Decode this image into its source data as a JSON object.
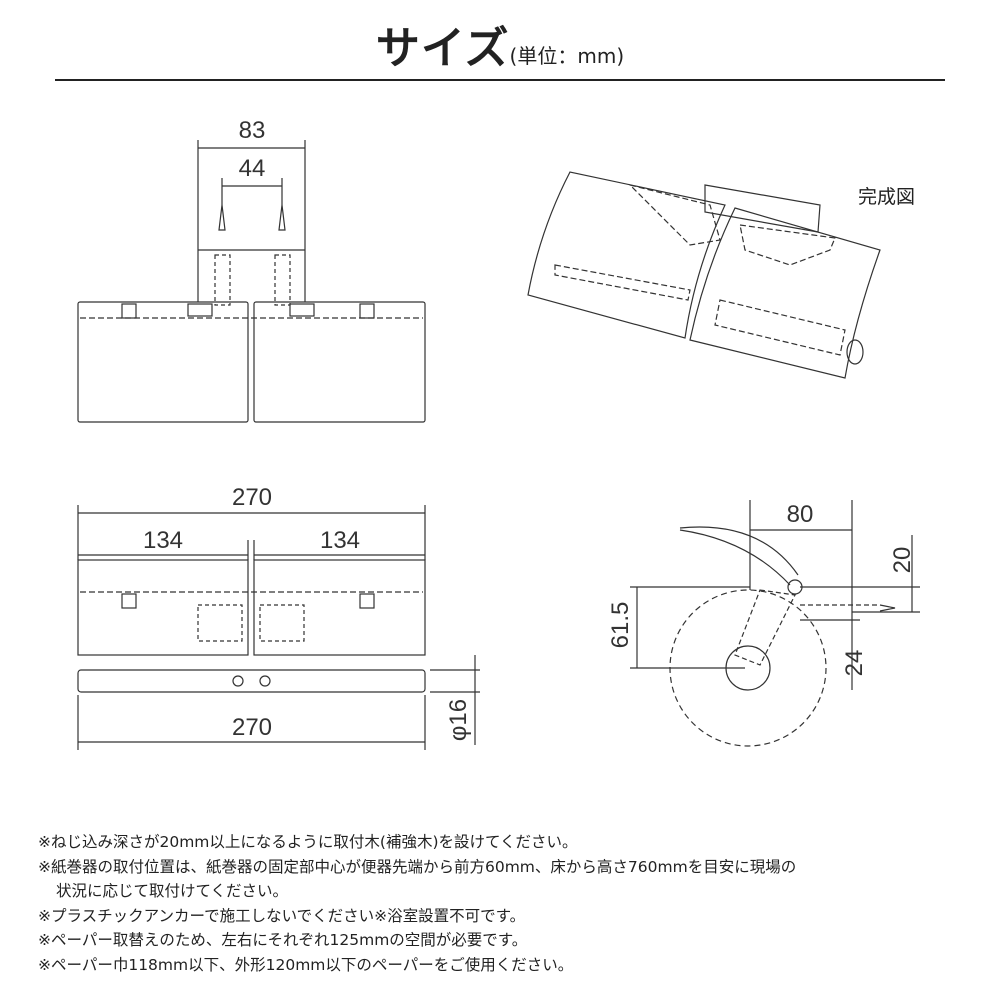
{
  "title": {
    "main": "サイズ",
    "unit": "(単位：mm)"
  },
  "caption": "完成図",
  "dimensions": {
    "top_outer": "83",
    "top_inner": "44",
    "total_width": "270",
    "half_left": "134",
    "half_right": "134",
    "bar_width": "270",
    "bar_diameter": "φ16",
    "side_depth": "80",
    "side_screw": "20",
    "side_height": "61.5",
    "side_offset": "24"
  },
  "notes": [
    "※ねじ込み深さが20mm以上になるように取付木(補強木)を設けてください。",
    "※紙巻器の取付位置は、紙巻器の固定部中心が便器先端から前方60mm、床から高さ760mmを目安に現場の",
    "状況に応じて取付けてください。",
    "※プラスチックアンカーで施工しないでください※浴室設置不可です。",
    "※ペーパー取替えのため、左右にそれぞれ125mmの空間が必要です。",
    "※ペーパー巾118mm以下、外形120mm以下のペーパーをご使用ください。"
  ]
}
